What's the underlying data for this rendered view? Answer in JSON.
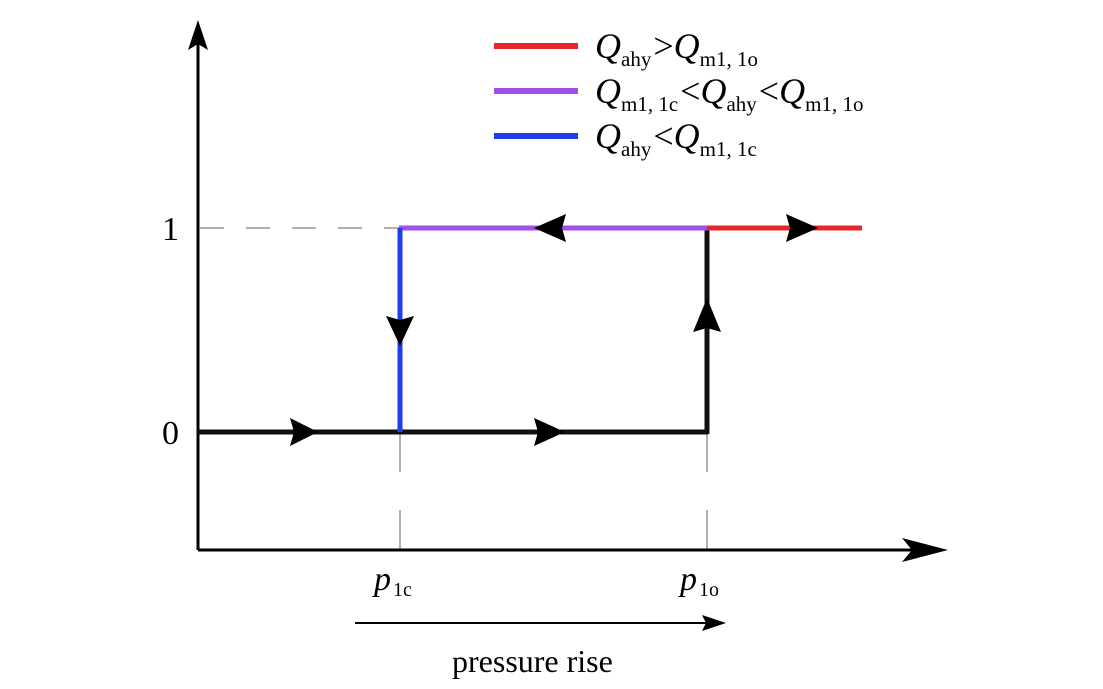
{
  "diagram": {
    "y_ticks": [
      {
        "label": "1"
      },
      {
        "label": "0"
      }
    ],
    "x_ticks": [
      {
        "base": "p",
        "sub": "1c"
      },
      {
        "base": "p",
        "sub": "1o"
      }
    ],
    "caption": "pressure rise",
    "legend": [
      {
        "color": "#e8262a",
        "parts": [
          {
            "t": "Q",
            "i": true
          },
          {
            "s": "ahy"
          },
          {
            "t": ">"
          },
          {
            "t": "Q",
            "i": true
          },
          {
            "s": "m1, 1o"
          }
        ]
      },
      {
        "color": "#a24ee8",
        "parts": [
          {
            "t": "Q",
            "i": true
          },
          {
            "s": "m1, 1c"
          },
          {
            "t": "<"
          },
          {
            "t": "Q",
            "i": true
          },
          {
            "s": "ahy"
          },
          {
            "t": "<"
          },
          {
            "t": "Q",
            "i": true
          },
          {
            "s": "m1, 1o"
          }
        ]
      },
      {
        "color": "#1f3ce8",
        "parts": [
          {
            "t": "Q",
            "i": true
          },
          {
            "s": "ahy"
          },
          {
            "t": "<"
          },
          {
            "t": "Q",
            "i": true
          },
          {
            "s": "m1, 1c"
          }
        ]
      }
    ],
    "colors": {
      "axis": "#000000",
      "path_black": "#111111",
      "path_red": "#e8262a",
      "path_purple": "#a24ee8",
      "path_blue": "#1f3ce8",
      "guide": "#b0b0b0"
    }
  }
}
